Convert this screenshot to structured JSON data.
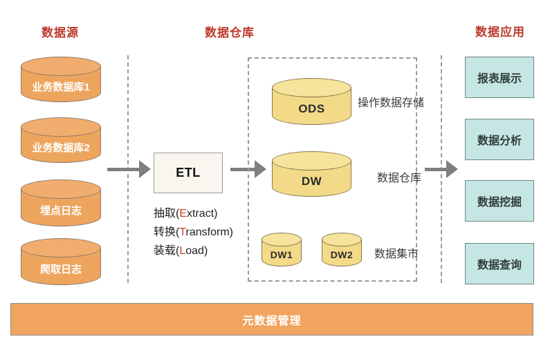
{
  "headers": {
    "sources": "数据源",
    "warehouse": "数据仓库",
    "applications": "数据应用"
  },
  "sources": {
    "items": [
      {
        "label": "业务数据库1"
      },
      {
        "label": "业务数据库2"
      },
      {
        "label": "埋点日志"
      },
      {
        "label": "爬取日志"
      }
    ]
  },
  "etl": {
    "box_label": "ETL",
    "steps": [
      {
        "prefix": "抽取(",
        "highlight": "E",
        "suffix": "xtract)"
      },
      {
        "prefix": "转换(",
        "highlight": "T",
        "suffix": "ransform)"
      },
      {
        "prefix": "装载(",
        "highlight": "L",
        "suffix": "oad)"
      }
    ]
  },
  "warehouse": {
    "stores": [
      {
        "label": "ODS",
        "annotation": "操作数据存储"
      },
      {
        "label": "DW",
        "annotation": "数据仓库"
      }
    ],
    "marts": {
      "items": [
        {
          "label": "DW1"
        },
        {
          "label": "DW2"
        }
      ],
      "annotation": "数据集市"
    }
  },
  "applications": {
    "items": [
      {
        "label": "报表展示"
      },
      {
        "label": "数据分析"
      },
      {
        "label": "数据挖掘"
      },
      {
        "label": "数据查询"
      }
    ]
  },
  "footer": {
    "label": "元数据管理"
  },
  "colors": {
    "header_red": "#bd392b",
    "highlight_red": "#d43a21",
    "source_orange": "#eda55e",
    "store_yellow": "#f3da88",
    "app_teal": "#c5e6e3",
    "footer_orange": "#f0a45f",
    "arrow_gray": "#7f7f7f"
  }
}
